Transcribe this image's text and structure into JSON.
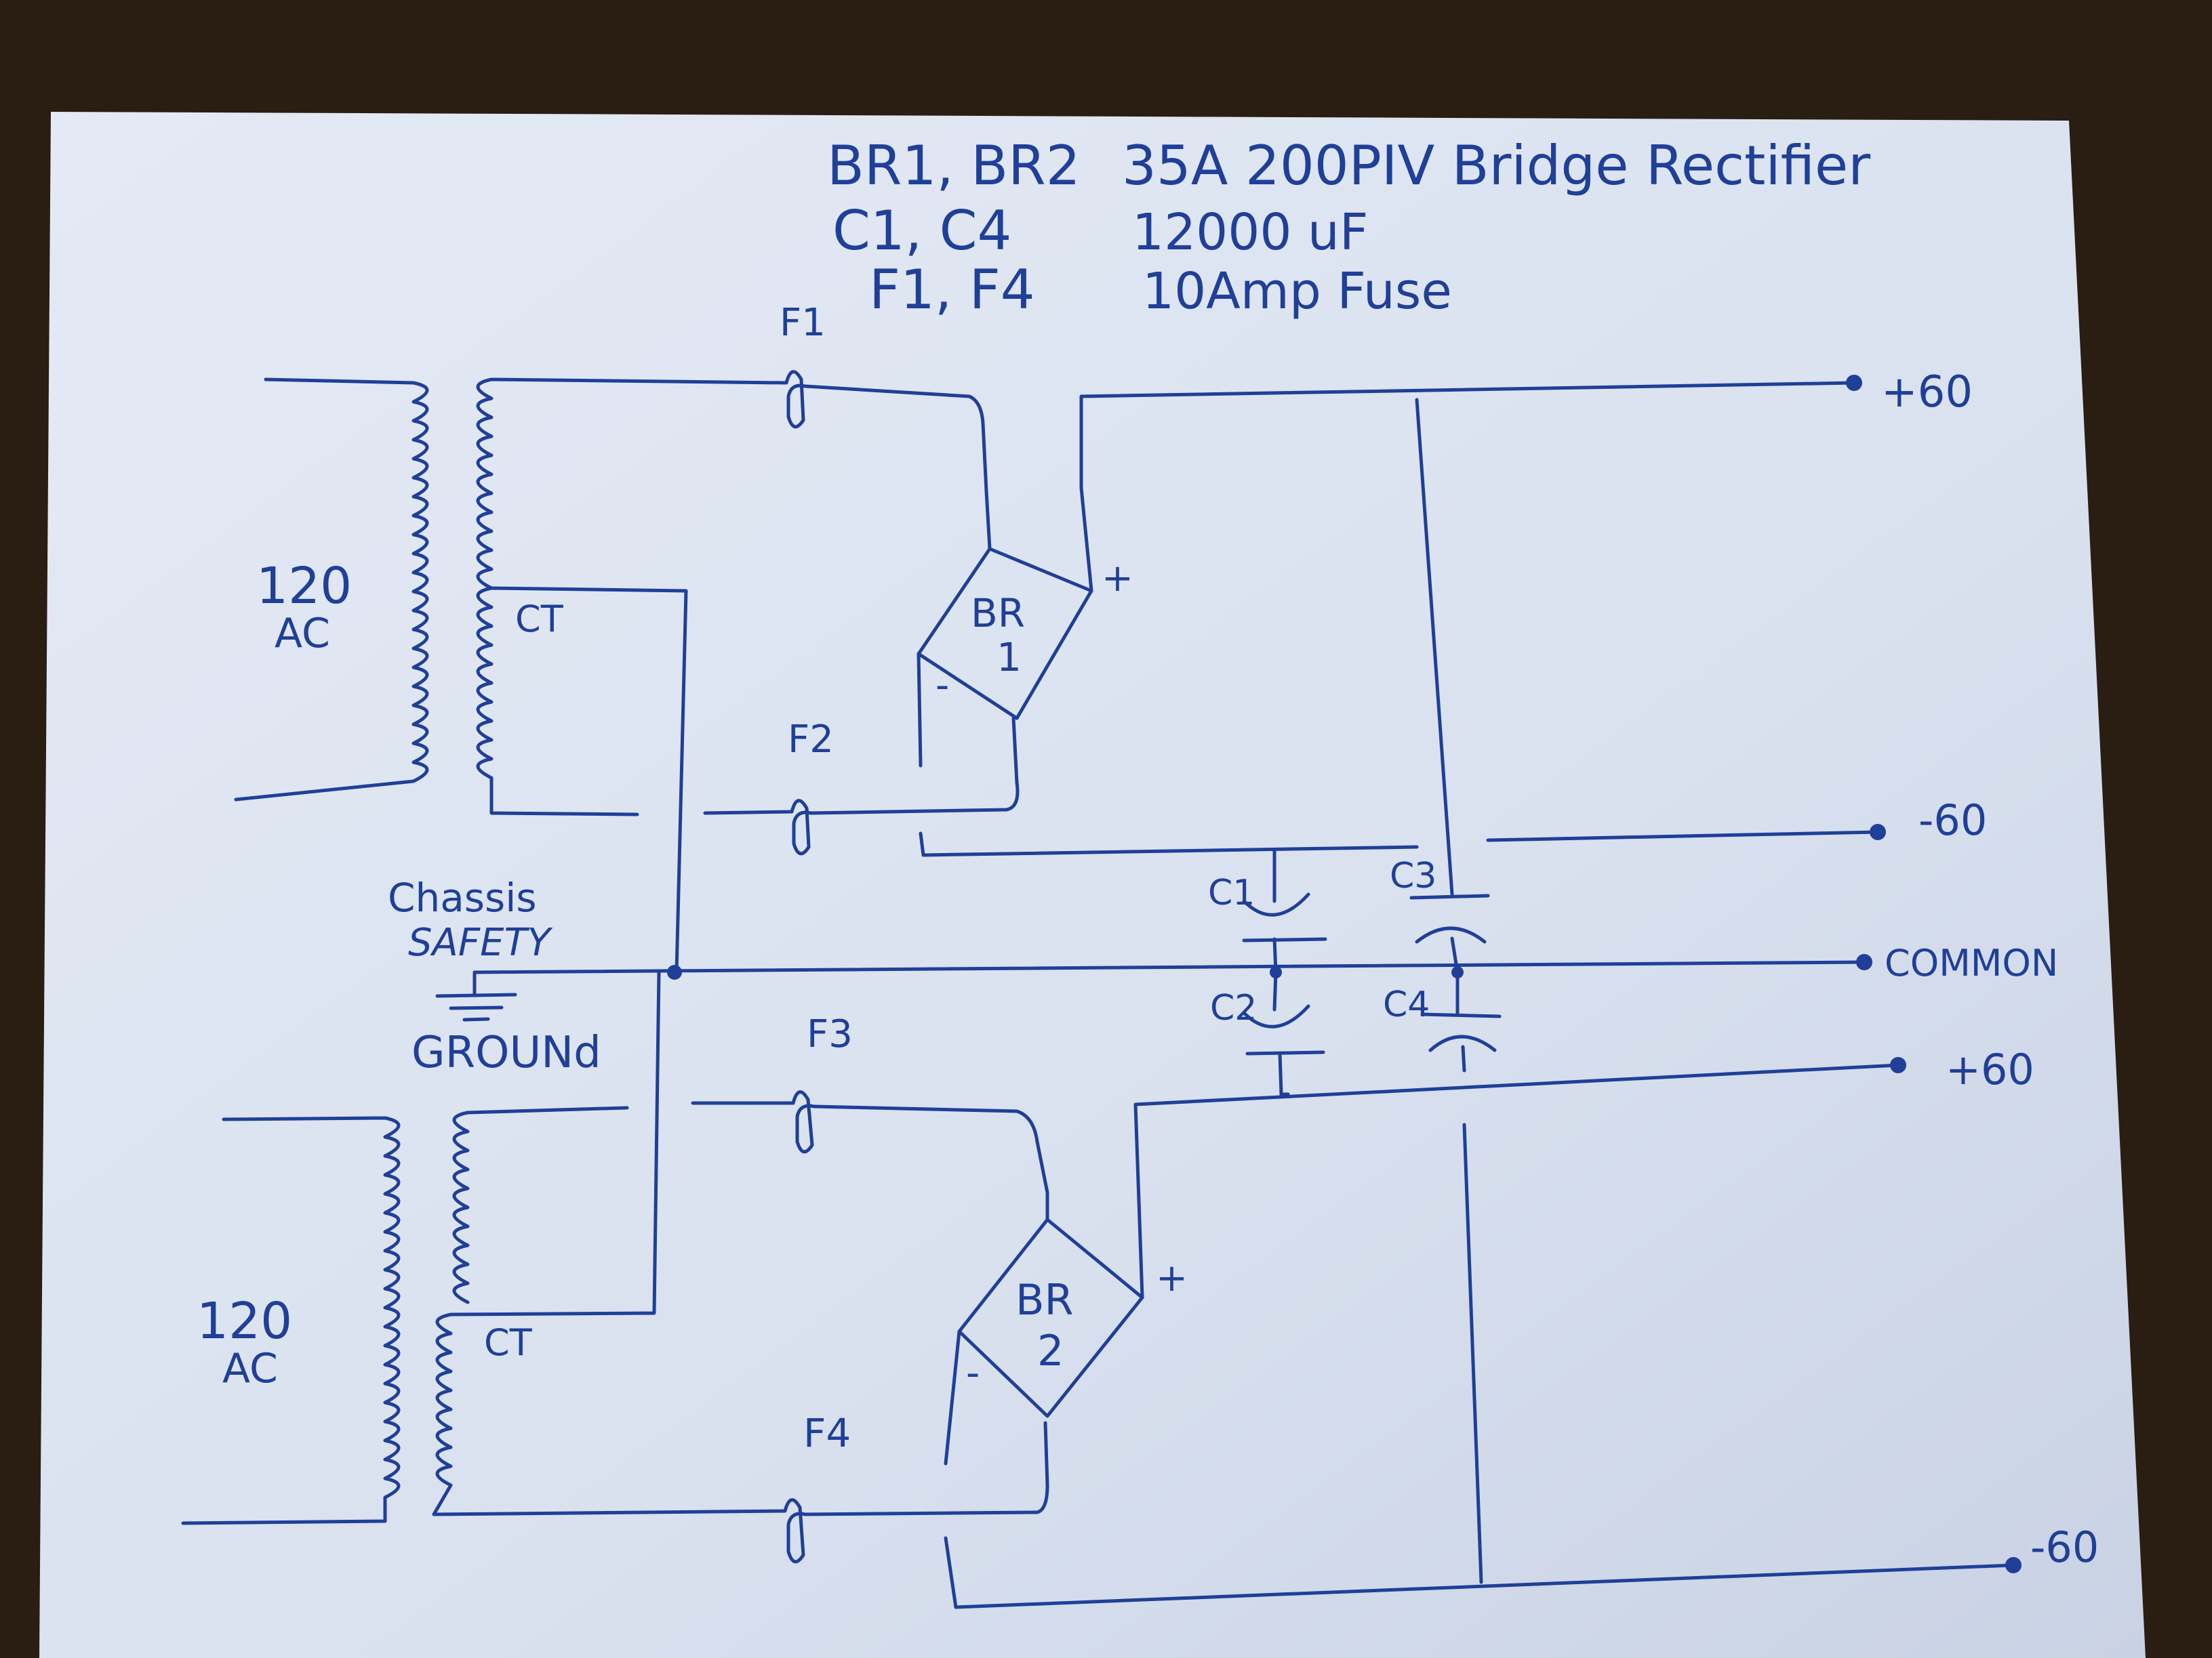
{
  "legend": [
    {
      "part": "BR1, BR2",
      "value": "35A 200PIV Bridge Rectifier"
    },
    {
      "part": "C1, C4",
      "value": "12000 uF"
    },
    {
      "part": "F1, F4",
      "value": "10Amp Fuse"
    }
  ],
  "transformers": [
    {
      "primary_label": "120",
      "primary_label2": "AC",
      "tap_label": "CT"
    },
    {
      "primary_label": "120",
      "primary_label2": "AC",
      "tap_label": "CT"
    }
  ],
  "fuses": {
    "f1": "F1",
    "f2": "F2",
    "f3": "F3",
    "f4": "F4"
  },
  "bridges": [
    {
      "name": "BR",
      "number": "1",
      "plus": "+",
      "minus": "-"
    },
    {
      "name": "BR",
      "number": "2",
      "plus": "+",
      "minus": "-"
    }
  ],
  "capacitors": {
    "c1": "C1",
    "c2": "C2",
    "c3": "C3",
    "c4": "C4"
  },
  "ground": {
    "line1": "Chassis",
    "line2": "SAFETY",
    "line3": "GROUNd"
  },
  "outputs": {
    "top_plus": "+60",
    "top_minus": "-60",
    "common": "COMMON",
    "bottom_plus": "+60",
    "bottom_minus": "-60"
  },
  "colors": {
    "ink": "#1f3f99",
    "paper": "#dde5f2",
    "background": "#2a1d12"
  }
}
